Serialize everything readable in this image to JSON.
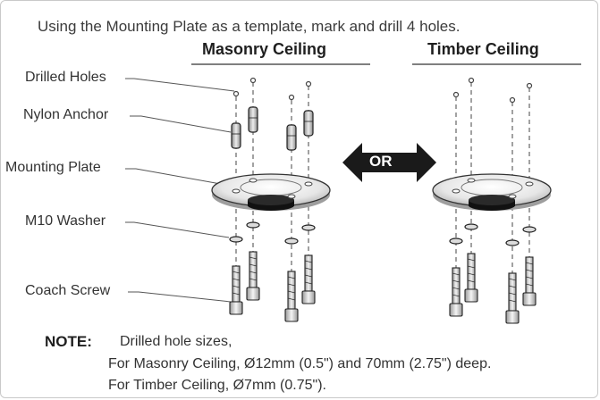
{
  "instruction": "Using the Mounting Plate as a template, mark and drill 4 holes.",
  "headings": {
    "masonry": "Masonry Ceiling",
    "timber": "Timber Ceiling"
  },
  "labels": {
    "drilled_holes": "Drilled Holes",
    "nylon_anchor": "Nylon Anchor",
    "mounting_plate": "Mounting Plate",
    "washer": "M10 Washer",
    "coach_screw": "Coach Screw"
  },
  "or_label": "OR",
  "note": {
    "title": "NOTE:",
    "intro": "Drilled hole sizes,",
    "masonry": "For Masonry Ceiling, Ø12mm (0.5\") and 70mm (2.75\") deep.",
    "timber": "For Timber Ceiling, Ø7mm (0.75\")."
  }
}
